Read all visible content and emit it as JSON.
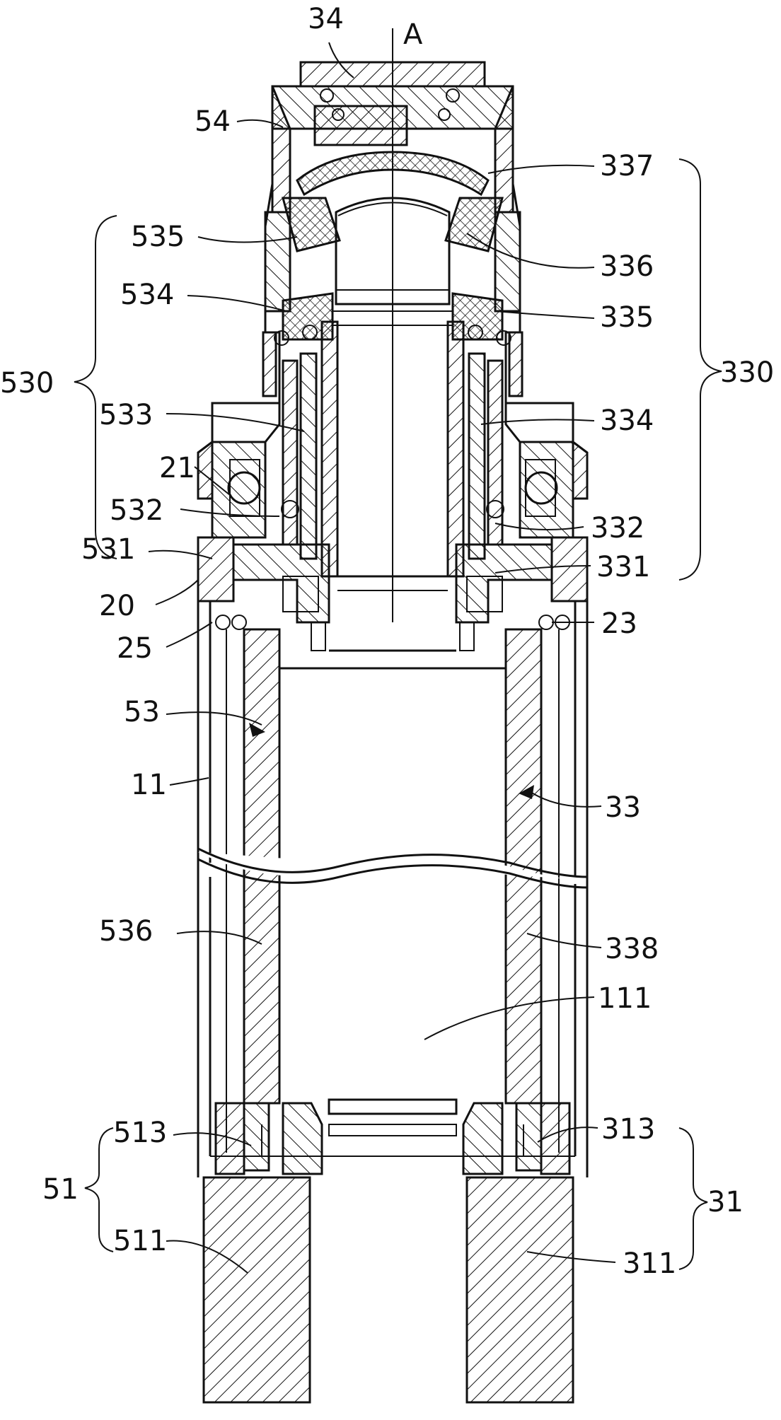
{
  "figure": {
    "axis_label": "A",
    "labels": [
      {
        "id": "34",
        "text": "34"
      },
      {
        "id": "54",
        "text": "54"
      },
      {
        "id": "337",
        "text": "337"
      },
      {
        "id": "535",
        "text": "535"
      },
      {
        "id": "336",
        "text": "336"
      },
      {
        "id": "534",
        "text": "534"
      },
      {
        "id": "335",
        "text": "335"
      },
      {
        "id": "530",
        "text": "530"
      },
      {
        "id": "330",
        "text": "330"
      },
      {
        "id": "533",
        "text": "533"
      },
      {
        "id": "334",
        "text": "334"
      },
      {
        "id": "21",
        "text": "21"
      },
      {
        "id": "532",
        "text": "532"
      },
      {
        "id": "332",
        "text": "332"
      },
      {
        "id": "531",
        "text": "531"
      },
      {
        "id": "331",
        "text": "331"
      },
      {
        "id": "20",
        "text": "20"
      },
      {
        "id": "25",
        "text": "25"
      },
      {
        "id": "23",
        "text": "23"
      },
      {
        "id": "53",
        "text": "53"
      },
      {
        "id": "11",
        "text": "11"
      },
      {
        "id": "33",
        "text": "33"
      },
      {
        "id": "536",
        "text": "536"
      },
      {
        "id": "338",
        "text": "338"
      },
      {
        "id": "111",
        "text": "111"
      },
      {
        "id": "513",
        "text": "513"
      },
      {
        "id": "313",
        "text": "313"
      },
      {
        "id": "51",
        "text": "51"
      },
      {
        "id": "31",
        "text": "31"
      },
      {
        "id": "511",
        "text": "511"
      },
      {
        "id": "311",
        "text": "311"
      }
    ]
  }
}
